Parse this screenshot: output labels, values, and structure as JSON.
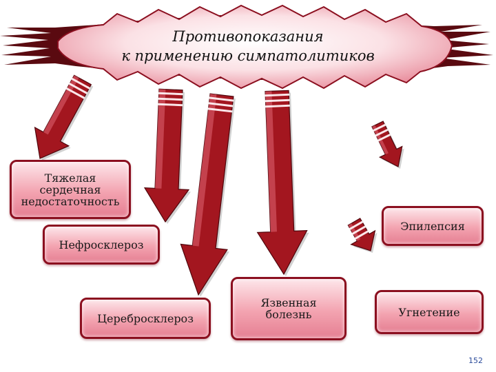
{
  "title": {
    "line1": "Противопоказания",
    "line2": "к применению симпатолитиков"
  },
  "boxes": {
    "heart_failure": [
      "Тяжелая",
      "сердечная",
      "недостаточность"
    ],
    "epilepsy": "Эпилепсия",
    "nephrosclerosis": "Нефросклероз",
    "cerebrosclerosis": "Церебросклероз",
    "ulcer": [
      "Язвенная",
      "болезнь"
    ],
    "depression": "Угнетение"
  },
  "page_number": "152",
  "colors": {
    "arrow_dark": "#5a0a10",
    "arrow_mid": "#b31e28",
    "arrow_light": "#f2b6be",
    "box_border": "#8b0f1f",
    "box_fill": "#f3a3b0"
  }
}
